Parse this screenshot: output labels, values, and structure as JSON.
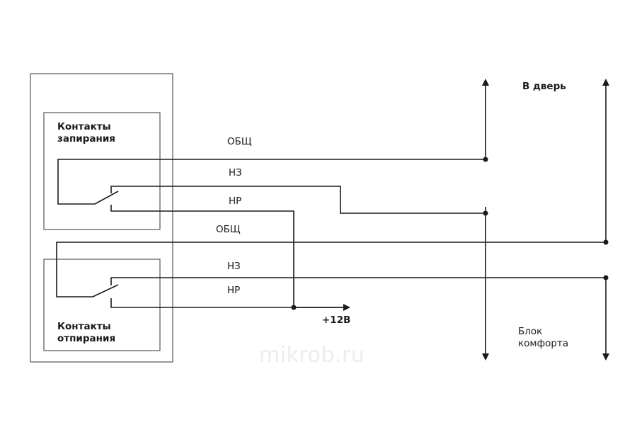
{
  "labels": {
    "lock_contacts": [
      "Контакты",
      "запирания"
    ],
    "unlock_contacts": [
      "Контакты",
      "отпирания"
    ],
    "common_1": "ОБЩ",
    "nc_1": "НЗ",
    "no_1": "НР",
    "common_2": "ОБЩ",
    "nc_2": "НЗ",
    "no_2": "НР",
    "plus12v": "+12В",
    "to_door": "В дверь",
    "comfort_block": [
      "Блок",
      "комфорта"
    ]
  },
  "watermark": "mikrob.ru",
  "colors": {
    "line": "#1a1a1a",
    "frame": "#333333",
    "text": "#1a1a1a",
    "watermark": "#ececec",
    "background": "#ffffff"
  }
}
